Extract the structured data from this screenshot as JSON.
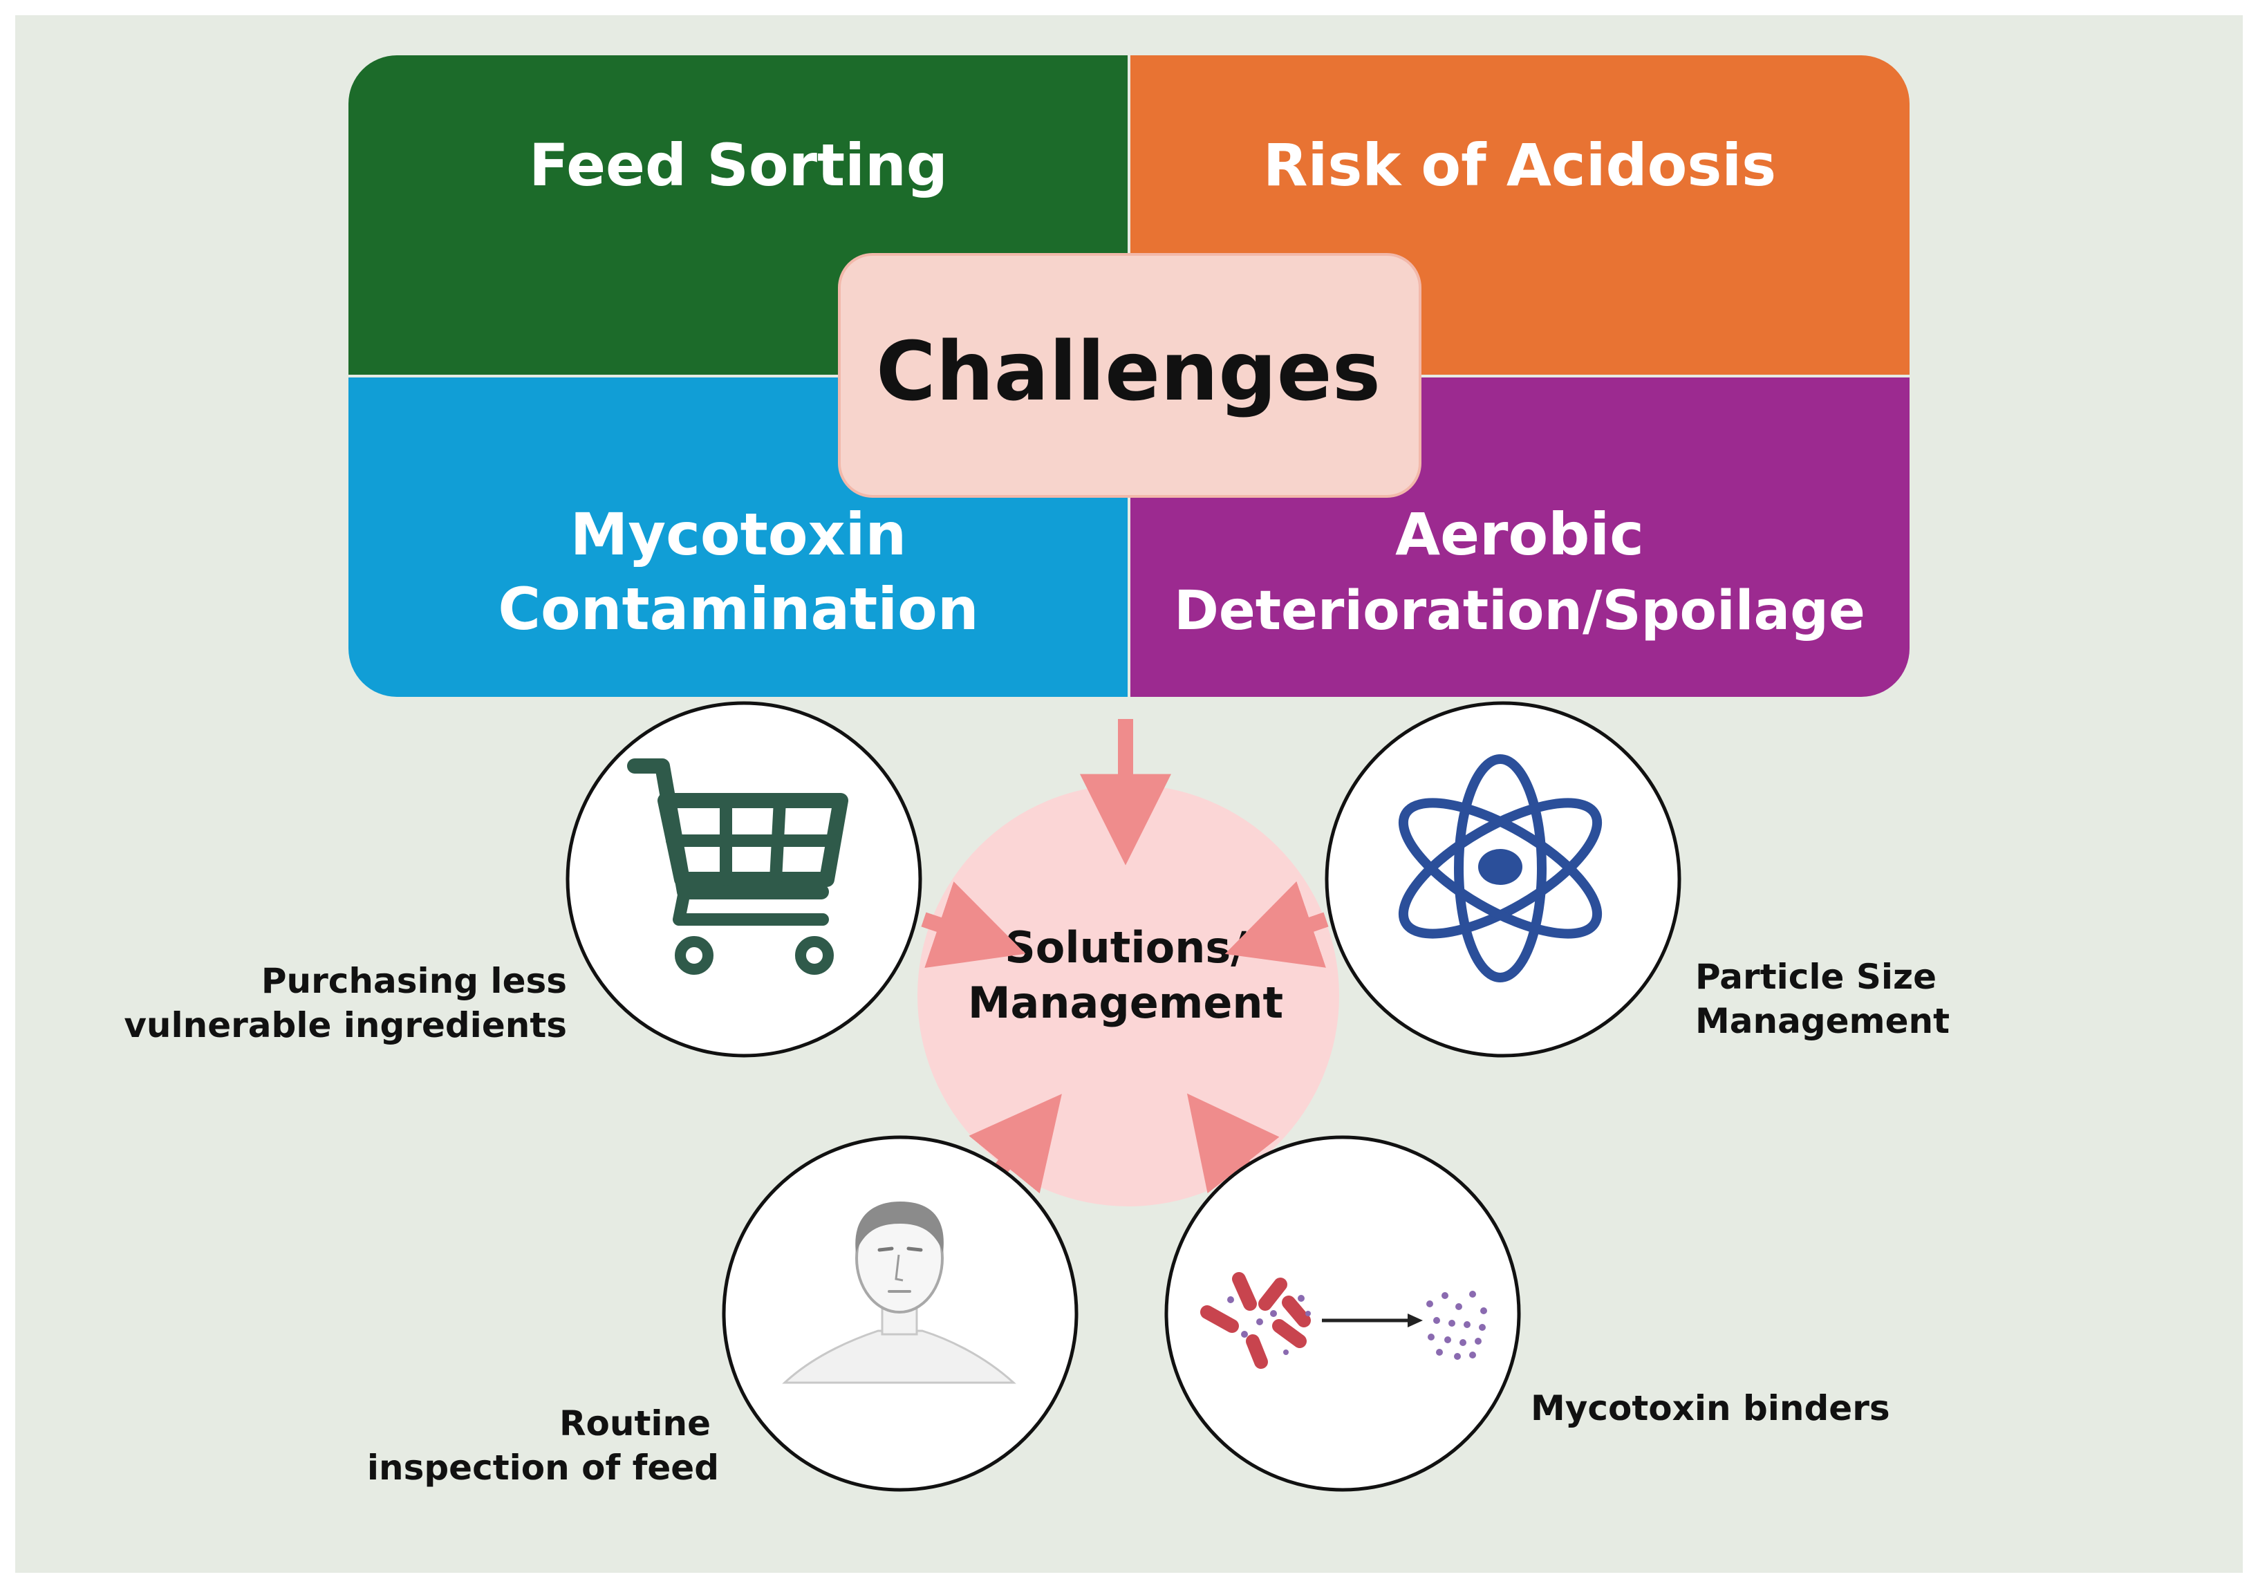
{
  "challenges": {
    "center_label": "Challenges",
    "quadrants": {
      "top_left": {
        "lines": [
          "Feed Sorting"
        ],
        "color": "#1c6b2a"
      },
      "top_right": {
        "lines": [
          "Risk of Acidosis"
        ],
        "color": "#e87333"
      },
      "bottom_left": {
        "lines": [
          "Mycotoxin",
          "Contamination"
        ],
        "color": "#119ed6"
      },
      "bottom_right": {
        "lines": [
          "Aerobic",
          "Deterioration/Spoilage"
        ],
        "color": "#9c2a90"
      }
    },
    "center_box_color": "#f7d4cc"
  },
  "solutions": {
    "hub_lines": [
      "Solutions/",
      "Management"
    ],
    "hub_color": "#fbd6d6",
    "arrow_color": "#ef8c8c",
    "items": [
      {
        "icon": "shopping-cart-icon",
        "caption": [
          "Purchasing less",
          "vulnerable ingredients"
        ]
      },
      {
        "icon": "atom-icon",
        "caption": [
          "Particle Size",
          "Management"
        ]
      },
      {
        "icon": "person-icon",
        "caption": [
          "Routine",
          "inspection of feed"
        ]
      },
      {
        "icon": "mycotoxin-binder-icon",
        "caption": [
          "Mycotoxin binders"
        ]
      }
    ]
  },
  "colors": {
    "background": "#e6ebe3",
    "cart": "#2f5a4a",
    "atom": "#2b4f9a",
    "bacteria": "#c8444e",
    "dots": "#8a6ab0"
  }
}
